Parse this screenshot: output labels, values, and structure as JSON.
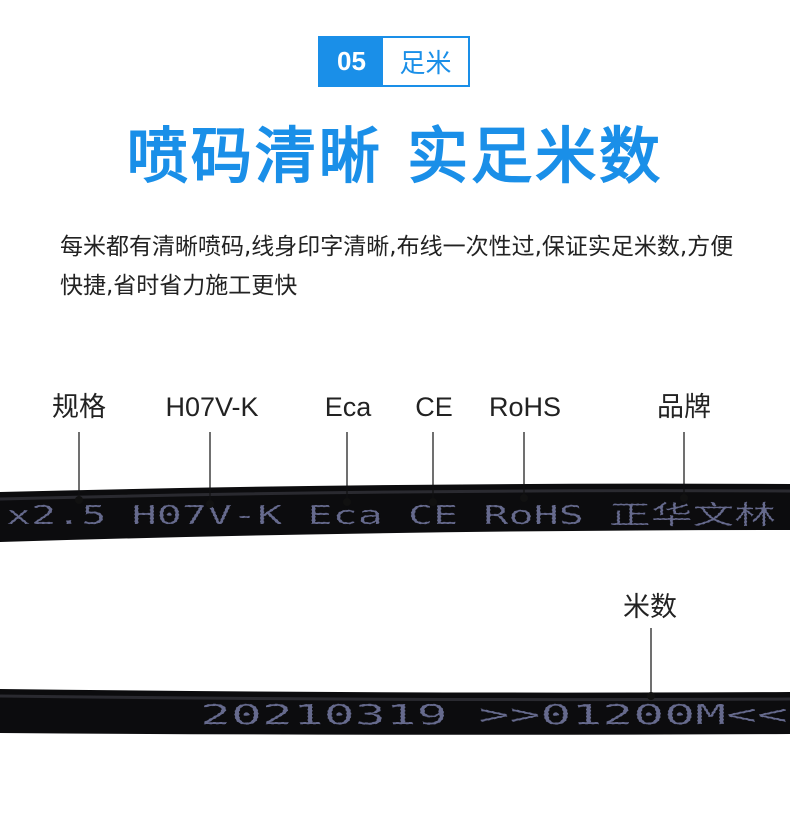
{
  "badge": {
    "number": "05",
    "label": "足米"
  },
  "headline": "喷码清晰 实足米数",
  "description": "每米都有清晰喷码,线身印字清晰,布线一次性过,保证实足米数,方便快捷,省时省力施工更快",
  "cable_top": {
    "print_text": "x2.5  H07V-K  Eca  CE  RoHS  正华文林",
    "labels": [
      "规格",
      "H07V-K",
      "Eca",
      "CE",
      "RoHS",
      "品牌"
    ]
  },
  "cable_bottom": {
    "print_text": "20210319        >>01200M<<",
    "label": "米数"
  },
  "colors": {
    "accent": "#1a8fe8",
    "cable": "#0c0c0e",
    "print": "#8c93c4"
  }
}
